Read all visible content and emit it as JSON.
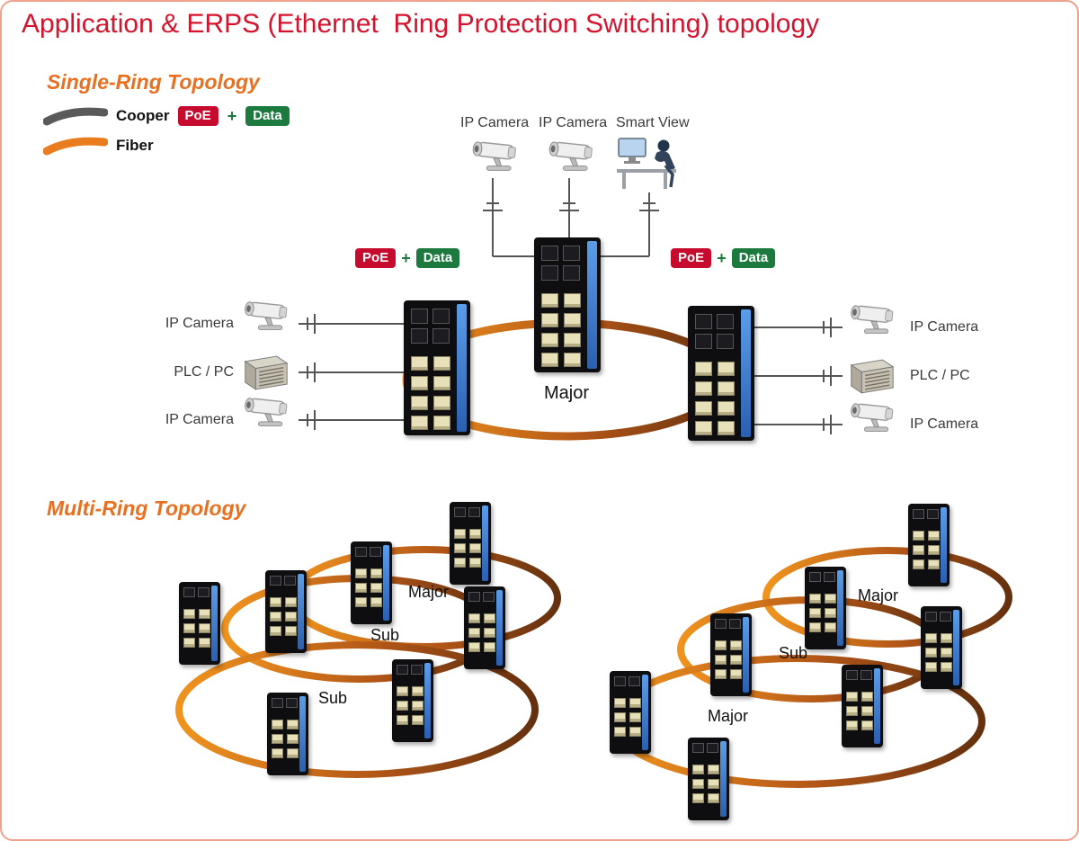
{
  "page": {
    "title": "Application & ERPS (Ethernet  Ring Protection Switching) topology"
  },
  "legend": {
    "cooper": "Cooper",
    "fiber": "Fiber",
    "poe": "PoE",
    "plus": "+",
    "data": "Data"
  },
  "single_ring": {
    "heading": "Single-Ring Topology",
    "top_devices": [
      "IP Camera",
      "IP Camera",
      "Smart View"
    ],
    "left_devices": [
      "IP Camera",
      "PLC / PC",
      "IP Camera"
    ],
    "right_devices": [
      "IP Camera",
      "PLC / PC",
      "IP Camera"
    ],
    "badge_left": {
      "poe": "PoE",
      "plus": "+",
      "data": "Data"
    },
    "badge_right": {
      "poe": "PoE",
      "plus": "+",
      "data": "Data"
    },
    "ring_label": "Major"
  },
  "multi_ring": {
    "heading": "Multi-Ring Topology",
    "left_cluster_labels": {
      "major": "Major",
      "sub1": "Sub",
      "sub2": "Sub"
    },
    "right_cluster_labels": {
      "major_top": "Major",
      "sub": "Sub",
      "major_bottom": "Major"
    }
  },
  "colors": {
    "title_red": "#d6132d",
    "heading_orange": "#e87020",
    "poe_badge_red": "#c60b2e",
    "data_badge_green": "#1d7a3f",
    "ring_orange": "#f0941f",
    "ring_brown": "#64300e",
    "copper_line_gray": "#555555"
  }
}
